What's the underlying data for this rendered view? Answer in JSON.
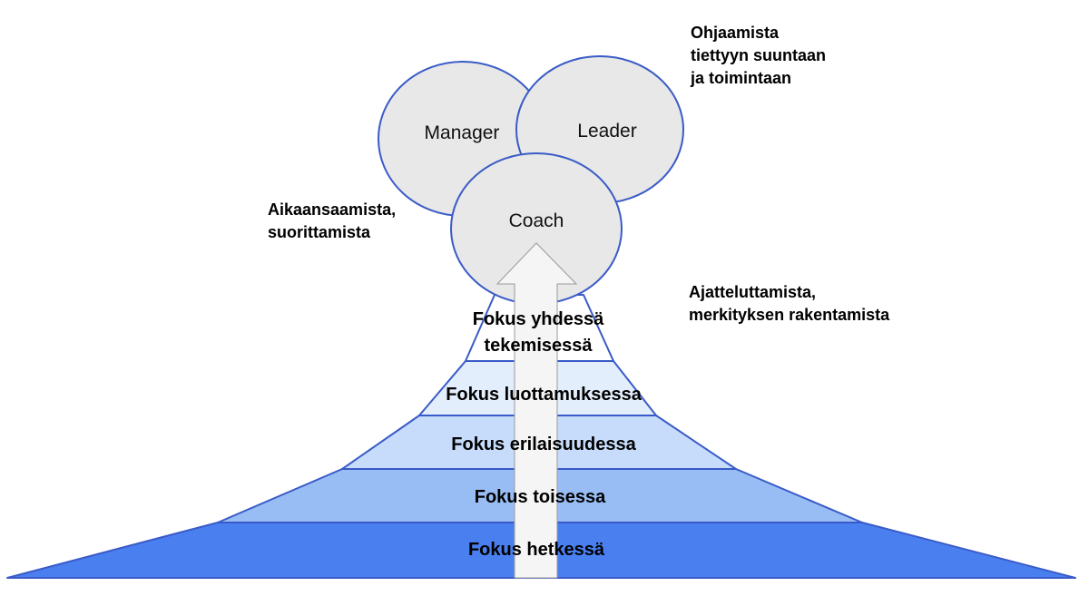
{
  "circles": {
    "manager": "Manager",
    "leader": "Leader",
    "coach": "Coach"
  },
  "annotations": {
    "top_right": [
      "Ohjaamista",
      "tiettyyn suuntaan",
      "ja toimintaan"
    ],
    "left": [
      "Aikaansaamista,",
      "suorittamista"
    ],
    "right": [
      "Ajatteluttamista,",
      "merkityksen rakentamista"
    ]
  },
  "layers": [
    {
      "lines": [
        "Fokus yhdessä",
        "tekemisessä"
      ],
      "color": "#ffffff"
    },
    {
      "lines": [
        "Fokus luottamuksessa"
      ],
      "color": "#e3eefc"
    },
    {
      "lines": [
        "Fokus erilaisuudessa"
      ],
      "color": "#c7dcfa"
    },
    {
      "lines": [
        "Fokus toisessa"
      ],
      "color": "#98bdf5"
    },
    {
      "lines": [
        "Fokus hetkessä"
      ],
      "color": "#4a7ff0"
    }
  ],
  "colors": {
    "outline": "#3a5bc7",
    "circle_fill": "#e8e8e8",
    "arrow_fill": "#f5f5f5",
    "arrow_stroke": "#9a9a9a"
  }
}
